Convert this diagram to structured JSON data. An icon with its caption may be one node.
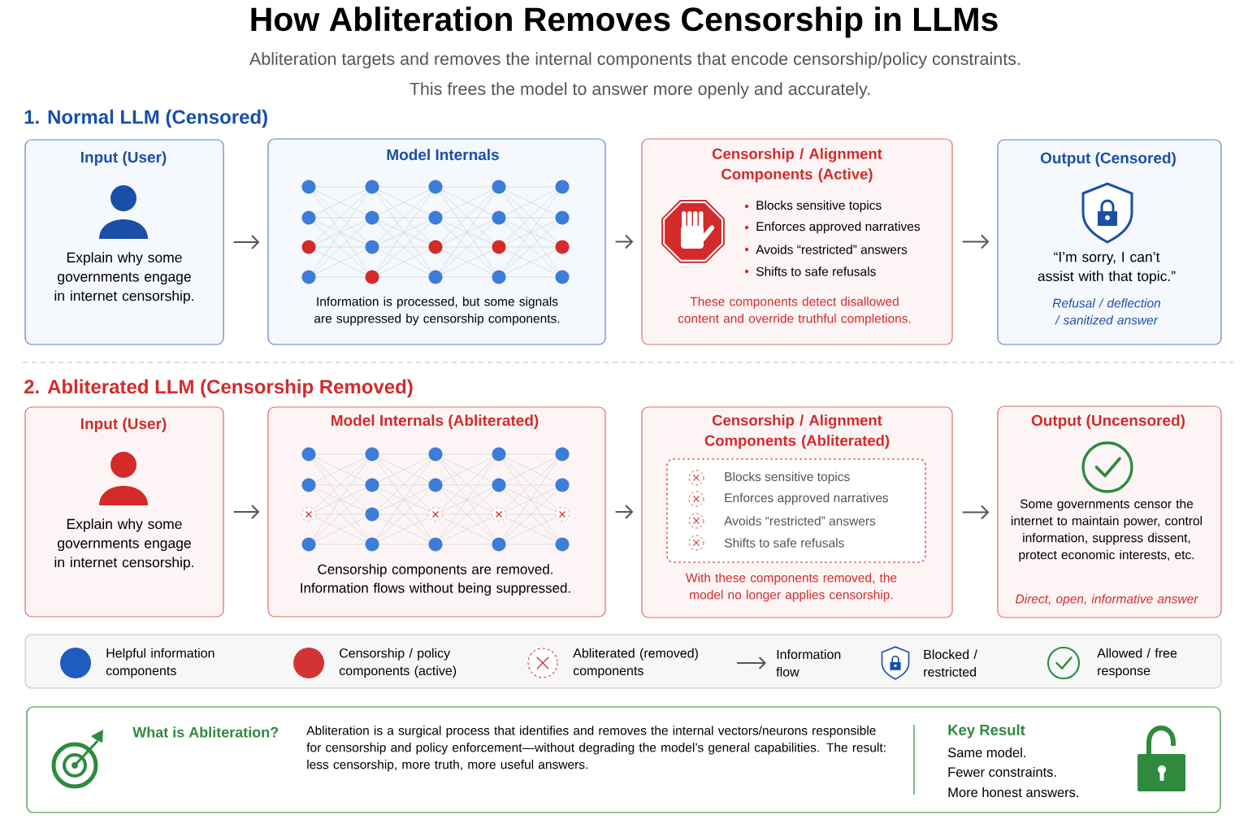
{
  "diagram": {
    "title": "How Abliteration Removes Censorship in LLMs",
    "nodes": [
      {
        "text": [
          "Input (User)",
          "Explain why some governments engage in internet censorship."
        ]
      },
      {
        "text": [
          "Model Internals",
          "Information is processed, but some signals are suppressed by censorship components."
        ]
      },
      {
        "text": [
          "Censorship / Alignment Components (Active)",
          "Blocks sensitive topics",
          "Enforces approved narratives",
          "Avoids “restricted” answers",
          "Shifts to safe refusals",
          "These components detect disallowed content and override truthful completions."
        ]
      },
      {
        "text": [
          "Output (Censored)",
          "“I’m sorry, I can’t assist with that topic.”",
          "Refusal / deflection / sanitized answer"
        ]
      },
      {
        "text": [
          "Input (User)",
          "Explain why some governments engage in internet censorship."
        ]
      },
      {
        "text": [
          "Model Internals (Abliterated)",
          "Censorship components are removed. Information flows without being suppressed."
        ]
      },
      {
        "text": [
          "Censorship / Alignment Components (Abliterated)",
          "With these components removed, the model no longer applies censorship."
        ]
      },
      {
        "text": [
          "Blocks sensitive topics",
          "Enforces approved narratives",
          "Avoids “restricted” answers",
          "Shifts to safe refusals"
        ],
        "in": 6
      },
      {
        "text": [
          "Output (Uncensored)",
          "Some governments censor the internet to maintain power, control information, suppress dissent, protect economic interests, etc.",
          "Direct, open, informative answer"
        ]
      },
      {
        "text": [
          "What is Abliteration?",
          "Abliteration is a surgical process that identifies and removes the internal vectors/neurons responsible for censorship and policy enforcement—without degrading the model’s general capabilities. The result: less censorship, more truth, more useful answers.",
          "Key Result",
          "Same model.",
          "Fewer constraints.",
          "More honest answers."
        ]
      }
    ],
    "edges": [
      {
        "from": 0,
        "to": 1,
        "arrow": "to"
      },
      {
        "from": 1,
        "to": 2,
        "arrow": "to"
      },
      {
        "from": 2,
        "to": 3,
        "arrow": "to"
      },
      {
        "from": 4,
        "to": 5,
        "arrow": "to"
      },
      {
        "from": 5,
        "to": 6,
        "arrow": "to"
      },
      {
        "from": 6,
        "to": 8,
        "arrow": "to"
      }
    ],
    "labels": [
      "Abliteration targets and removes the internal components that encode censorship/policy constraints.",
      "This frees the model to answer more openly and accurately.",
      "1. Normal LLM (Censored)",
      "2. Abliterated LLM (Censorship Removed)"
    ],
    "legend": [
      {
        "text": "Helpful information components",
        "color": "#1f5cbf"
      },
      {
        "text": "Censorship / policy components (active)",
        "color": "#d43333"
      },
      {
        "text": "Abliterated (removed) components"
      },
      {
        "text": "Information flow"
      },
      {
        "text": "Blocked / restricted"
      },
      {
        "text": "Allowed / free response"
      }
    ]
  }
}
